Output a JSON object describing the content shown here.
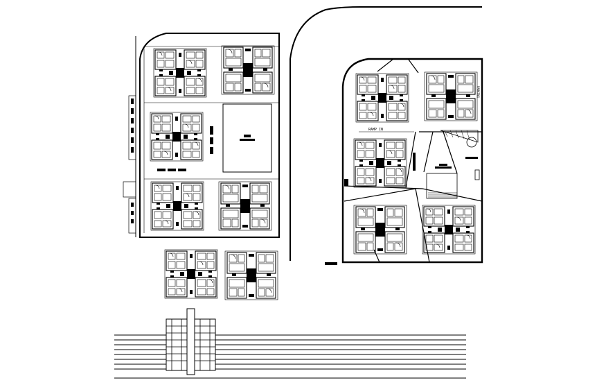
{
  "drawing": {
    "colors": {
      "background": "#ffffff",
      "ink": "#000000"
    },
    "labels": {
      "ramp": "RAMP IN",
      "vertical_note": "PARKING"
    },
    "cluster_counts": {
      "left_site": 5,
      "right_site": 5,
      "loose_below": 2
    }
  }
}
